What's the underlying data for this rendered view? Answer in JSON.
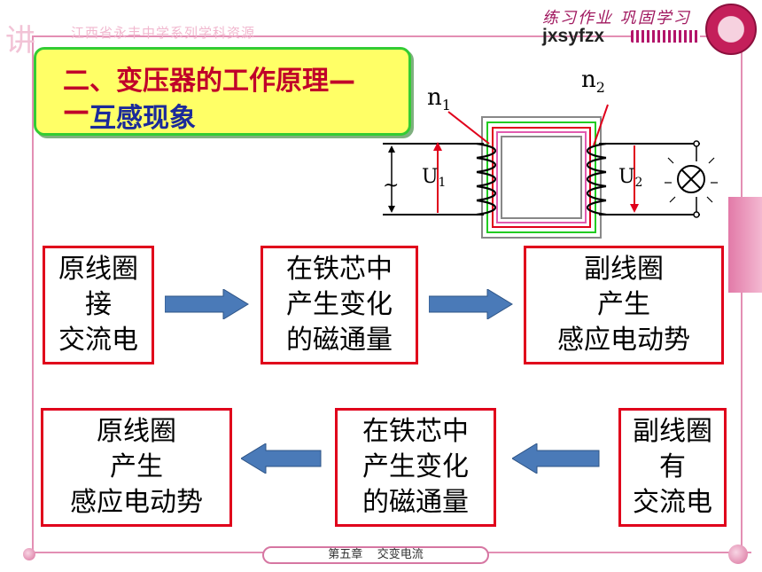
{
  "header": {
    "school_name": "江西省永丰中学系列学科资源",
    "slogan": "练习作业 巩固学习",
    "site_code": "jxsyfzx"
  },
  "title": {
    "line1": "二、变压器的工作原理—",
    "line2_dash": "—",
    "line2": "互感现象"
  },
  "diagram": {
    "n1_base": "n",
    "n1_sub": "1",
    "n2_base": "n",
    "n2_sub": "2",
    "u1_base": "U",
    "u1_sub": "1",
    "u2_base": "U",
    "u2_sub": "2",
    "ac_symbol": "~"
  },
  "flow_top": [
    {
      "lines": [
        "原线圈",
        "接",
        "交流电"
      ]
    },
    {
      "lines": [
        "在铁芯中",
        "产生变化",
        "的磁通量"
      ]
    },
    {
      "lines": [
        "副线圈",
        "产生",
        "感应电动势"
      ]
    }
  ],
  "flow_bottom": [
    {
      "lines": [
        "原线圈",
        "产生",
        "感应电动势"
      ]
    },
    {
      "lines": [
        "在铁芯中",
        "产生变化",
        "的磁通量"
      ]
    },
    {
      "lines": [
        "副线圈",
        "有",
        "交流电"
      ]
    }
  ],
  "footer": {
    "chapter": "第五章",
    "topic": "交变电流"
  },
  "colors": {
    "box_border": "#e0001b",
    "arrow_fill": "#4a7ab8",
    "title_bg": "#ffff66",
    "title_border": "#33cc33",
    "accent_pink": "#e38fb4"
  }
}
